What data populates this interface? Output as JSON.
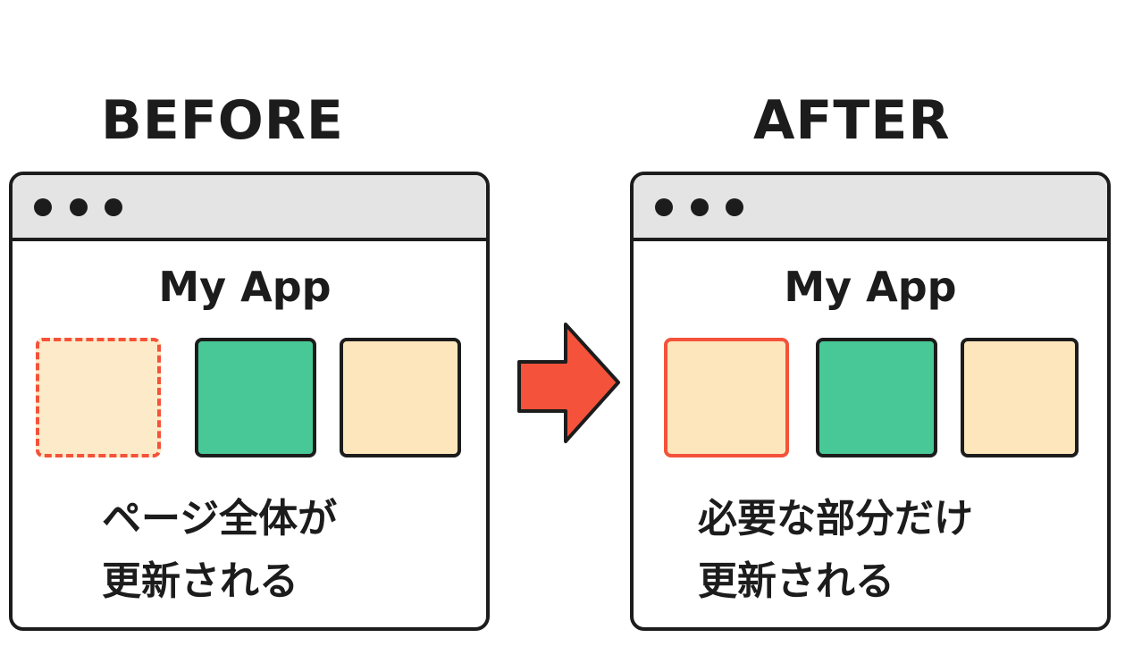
{
  "before": {
    "heading": "BEFORE",
    "app_title": "My App",
    "caption_line1": "ページ全体が",
    "caption_line2": "更新される"
  },
  "after": {
    "heading": "AFTER",
    "app_title": "My App",
    "caption_line1": "必要な部分だけ",
    "caption_line2": "更新される"
  },
  "colors": {
    "accent_red": "#f4523a",
    "green": "#48c896",
    "beige": "#fde6bc",
    "titlebar": "#e4e4e4"
  },
  "arrow": {
    "icon": "right-arrow-icon"
  }
}
